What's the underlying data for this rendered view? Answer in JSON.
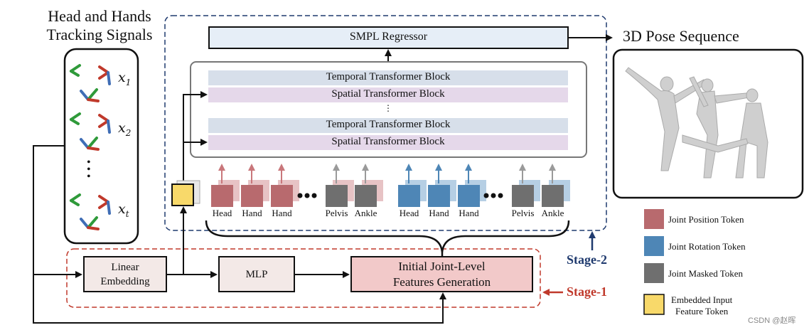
{
  "left_title": [
    "Head and Hands",
    "Tracking Signals"
  ],
  "signals": [
    "x1",
    "x2",
    "xt"
  ],
  "signal_dots": "•\n•\n•",
  "smpl": "SMPL Regressor",
  "output_title": "3D Pose Sequence",
  "blocks": [
    "Temporal Transformer Block",
    "Spatial Transformer Block",
    "⋮",
    "Temporal Transformer Block",
    "Spatial Transformer Block"
  ],
  "tokens": [
    "Head",
    "Hand",
    "Hand",
    "Pelvis",
    "Ankle",
    "Head",
    "Hand",
    "Hand",
    "Pelvis",
    "Ankle"
  ],
  "linear": [
    "Linear",
    "Embedding"
  ],
  "mlp": "MLP",
  "initial": [
    "Initial Joint-Level",
    "Features Generation"
  ],
  "stage1": "Stage-1",
  "stage2": "Stage-2",
  "legend": [
    {
      "label": "Joint Position Token",
      "color": "#b86a6e"
    },
    {
      "label": "Joint Rotation Token",
      "color": "#4e86b6"
    },
    {
      "label": "Joint Masked Token",
      "color": "#6f6f6f"
    },
    {
      "label": "Embedded Input\nFeature Token",
      "color": "#f8d96a"
    }
  ],
  "colors": {
    "position": "#b86a6e",
    "rotation": "#4e86b6",
    "masked": "#6f6f6f",
    "embedded": "#f8d96a",
    "stage1": "#c0392b",
    "stage2": "#1f3a6e",
    "transformer_temporal": "#d7dfea",
    "transformer_spatial": "#e5d8ea",
    "smpl_fill": "#e6eef7",
    "initial_fill": "#f2c9c9",
    "box_fill": "#f3e9e7"
  },
  "watermark": "CSDN @赵晖"
}
